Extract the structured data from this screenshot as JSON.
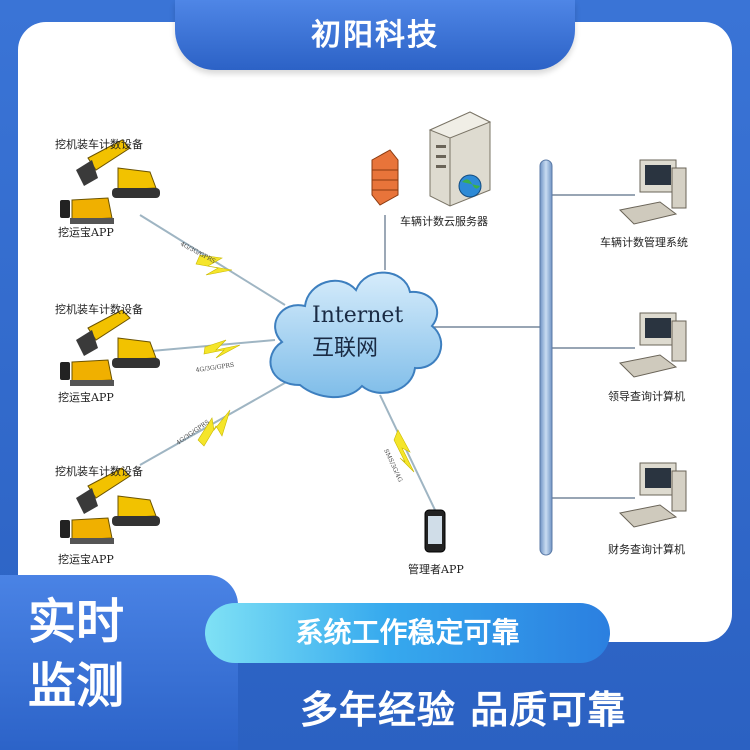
{
  "header": {
    "title": "初阳科技"
  },
  "diagram": {
    "stations": [
      {
        "device_label": "挖机装车计数设备",
        "app_label": "挖运宝APP",
        "link_label": "4G/3G/GPRS"
      },
      {
        "device_label": "挖机装车计数设备",
        "app_label": "挖运宝APP",
        "link_label": "4G/3G/GPRS"
      },
      {
        "device_label": "挖机装车计数设备",
        "app_label": "挖运宝APP",
        "link_label": "4G/3G/GPRS"
      }
    ],
    "internet": {
      "line1": "Internet",
      "line2": "互联网"
    },
    "server": {
      "label": "车辆计数云服务器"
    },
    "manager": {
      "label": "管理者APP",
      "link_label": "SMS/3G/4G"
    },
    "computers": [
      {
        "label": "车辆计数管理系统"
      },
      {
        "label": "领导查询计算机"
      },
      {
        "label": "财务查询计算机"
      }
    ]
  },
  "footer": {
    "realtime_line1": "实时",
    "realtime_line2": "监测",
    "pill_text": "系统工作稳定可靠",
    "slogan": "多年经验 品质可靠"
  },
  "colors": {
    "primary_blue": "#2f67c9",
    "excavator_yellow": "#f2c200",
    "cloud_blue": "#a9d6f5",
    "lightning_yellow": "#f5e52a",
    "bus_bar": "#8fb0d8"
  }
}
